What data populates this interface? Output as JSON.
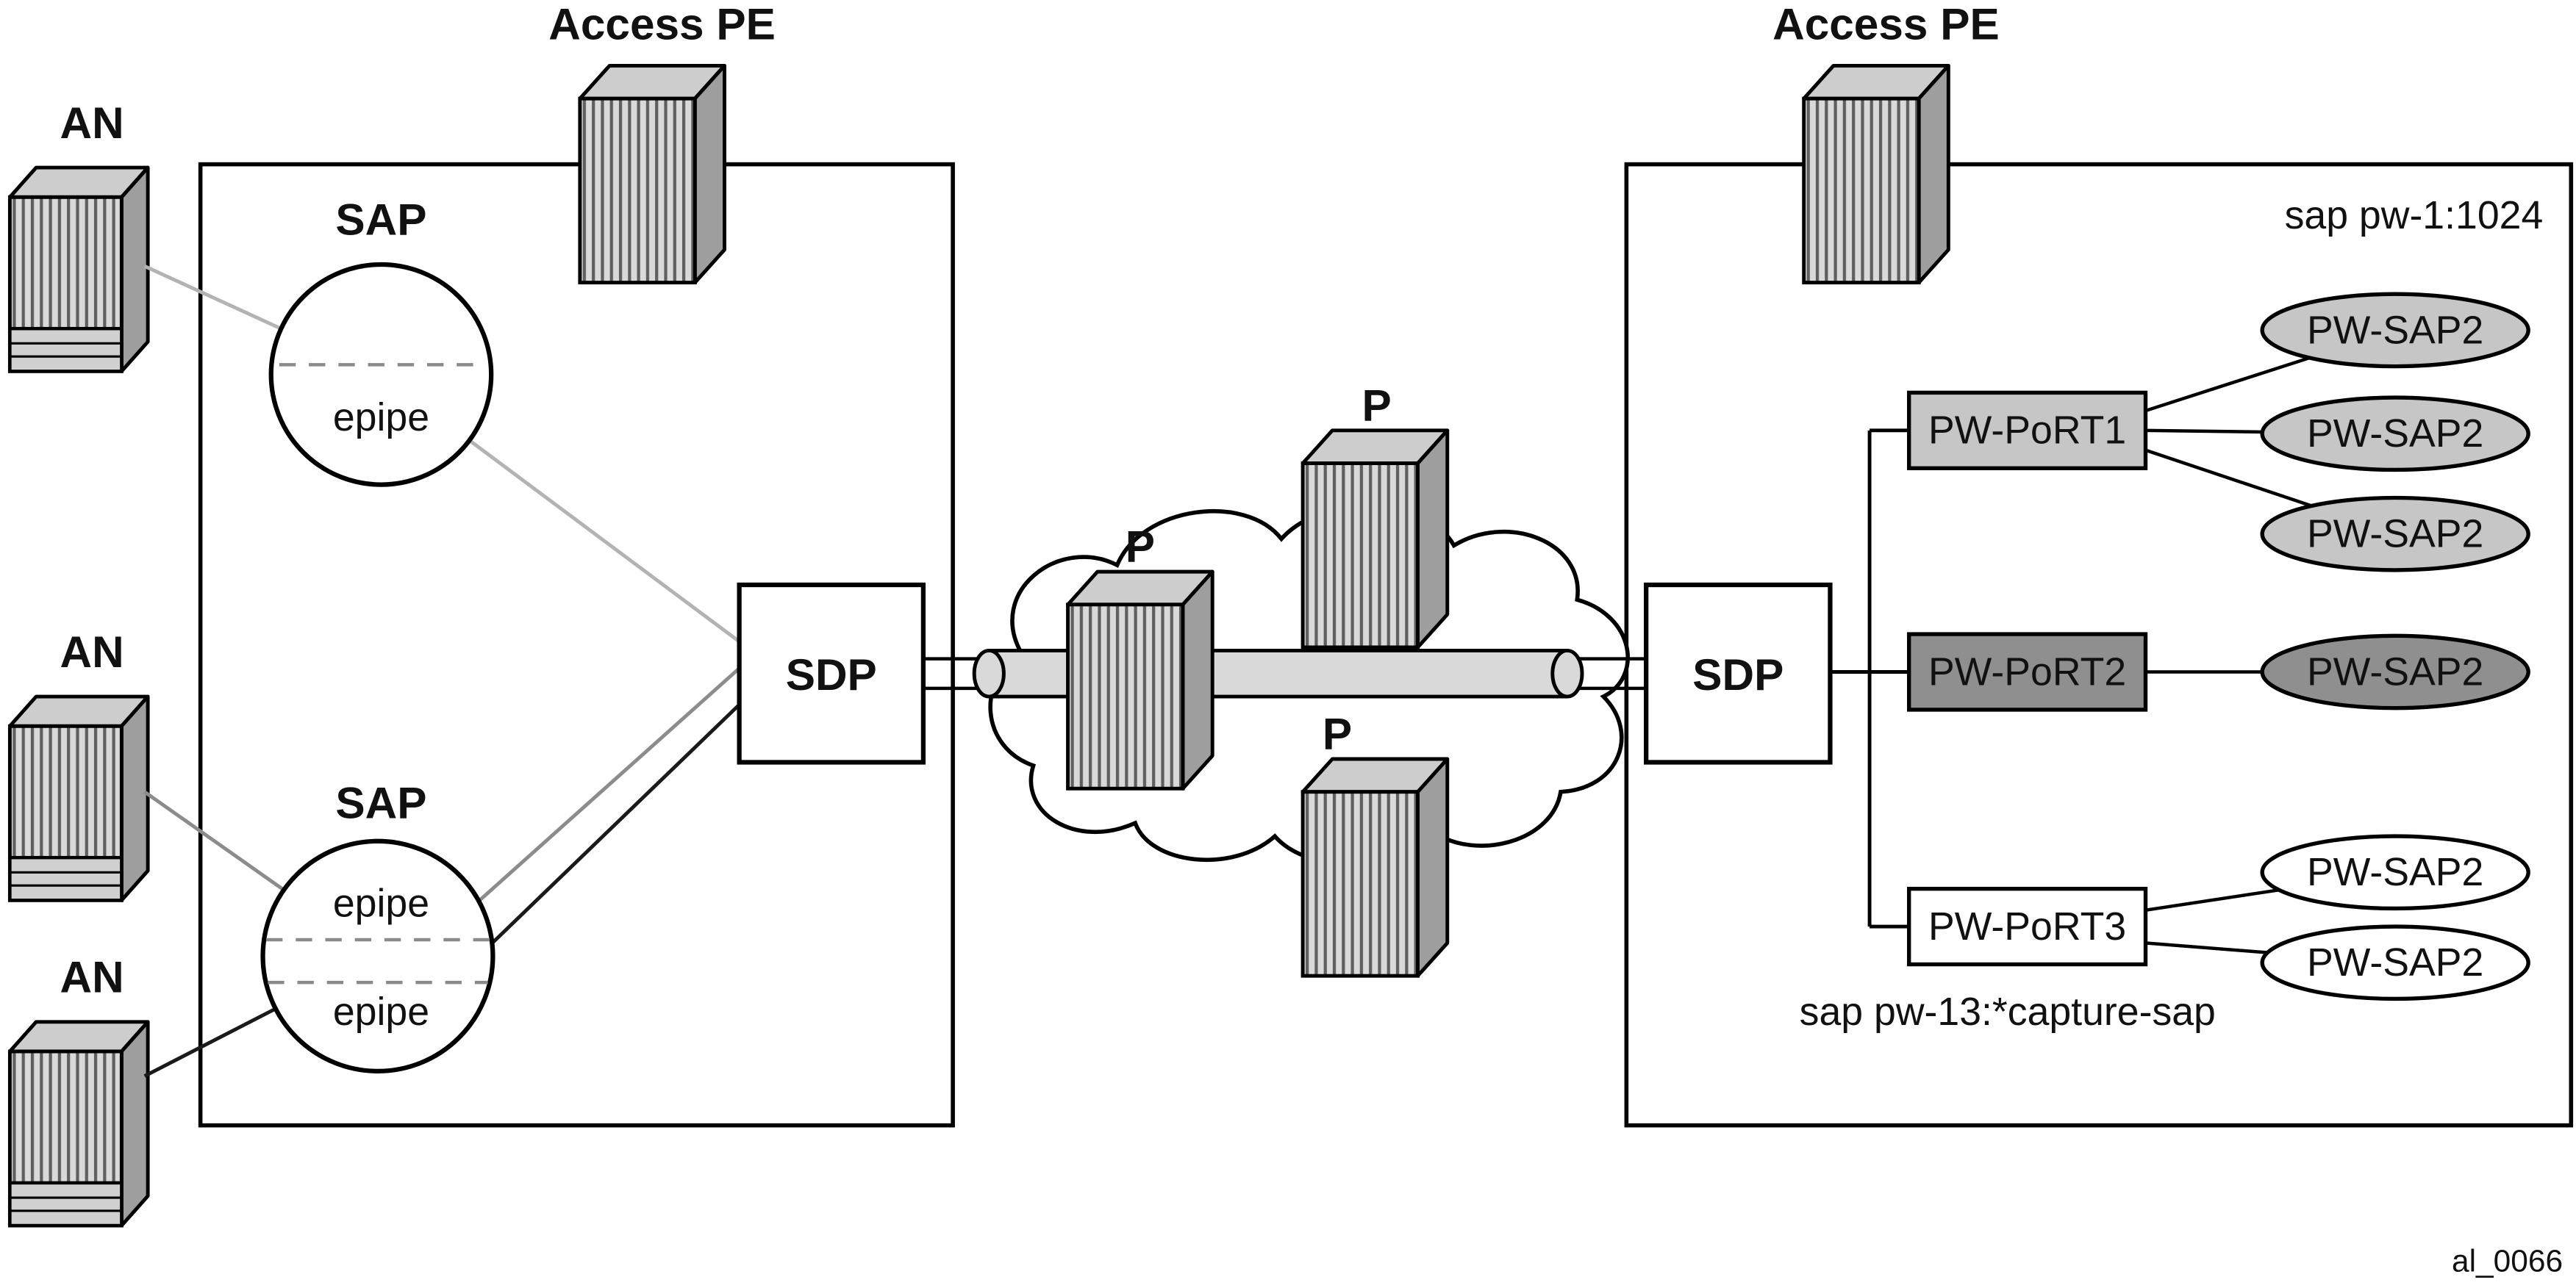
{
  "figure_id": "al_0066",
  "access_nodes": {
    "an1_label": "AN",
    "an2_label": "AN",
    "an3_label": "AN"
  },
  "left_pe": {
    "title": "Access PE",
    "sap_top_label": "SAP",
    "sap_top_service": "epipe",
    "sap_bottom_label": "SAP",
    "sap_bottom_service1": "epipe",
    "sap_bottom_service2": "epipe",
    "sdp_label": "SDP"
  },
  "core": {
    "p_top_label": "P",
    "p_cloud_label": "P",
    "p_bottom_label": "P"
  },
  "right_pe": {
    "title": "Access PE",
    "sdp_label": "SDP",
    "note_top": "sap pw-1:1024",
    "note_bottom": "sap pw-13:*capture-sap",
    "pw_port1": {
      "label": "PW-PoRT1",
      "fill": "#c6c6c6",
      "sap_fill": "#c6c6c6",
      "sap1": "PW-SAP2",
      "sap2": "PW-SAP2",
      "sap3": "PW-SAP2"
    },
    "pw_port2": {
      "label": "PW-PoRT2",
      "fill": "#8f8f8f",
      "sap_fill": "#8f8f8f",
      "sap1": "PW-SAP2"
    },
    "pw_port3": {
      "label": "PW-PoRT3",
      "fill": "#ffffff",
      "sap_fill": "#ffffff",
      "sap1": "PW-SAP2",
      "sap2": "PW-SAP2"
    }
  },
  "colors": {
    "node_face": "#d9d9d9",
    "node_side": "#9e9e9e",
    "pipe_fill": "#d9d9d9",
    "line_light": "#b3b3b3",
    "line_mid": "#8c8c8c",
    "line_dark": "#1a1a1a"
  }
}
